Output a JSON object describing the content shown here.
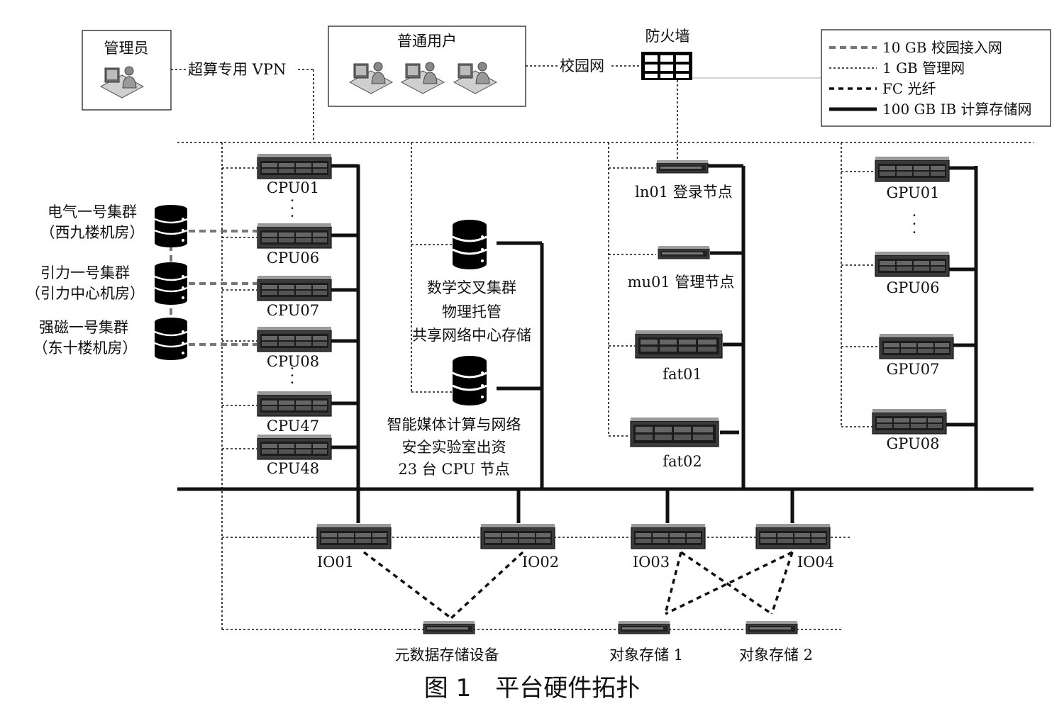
{
  "people": {
    "admin_label": "管理员",
    "users_label": "普通用户",
    "firewall_label": "防火墙"
  },
  "links": {
    "vpn_label": "超算专用 VPN",
    "campus_label": "校园网"
  },
  "legend": [
    {
      "style": "campus-10gb",
      "label": "10 GB 校园接入网"
    },
    {
      "style": "mgmt-1gb",
      "label": "1 GB 管理网"
    },
    {
      "style": "fc-fiber",
      "label": "FC 光纤"
    },
    {
      "style": "ib-100gb",
      "label": "100 GB IB 计算存储网"
    }
  ],
  "clusters": [
    {
      "line1": "电气一号集群",
      "line2": "（西九楼机房）"
    },
    {
      "line1": "引力一号集群",
      "line2": "（引力中心机房）"
    },
    {
      "line1": "强磁一号集群",
      "line2": "（东十楼机房）"
    }
  ],
  "cpu_nodes": [
    "CPU01",
    "CPU06",
    "CPU07",
    "CPU08",
    "CPU47",
    "CPU48"
  ],
  "ellipsis": "·",
  "storage": {
    "math_line1": "数学交叉集群",
    "math_line2": "物理托管",
    "math_line3": "共享网络中心存储",
    "media_line1": "智能媒体计算与网络",
    "media_line2": "安全实验室出资",
    "media_line3": "23 台 CPU 节点"
  },
  "mgmt_nodes": {
    "login": "ln01 登录节点",
    "manage": "mu01 管理节点",
    "fat01": "fat01",
    "fat02": "fat02"
  },
  "gpu_nodes": [
    "GPU01",
    "GPU06",
    "GPU07",
    "GPU08"
  ],
  "io_nodes": [
    "IO01",
    "IO02",
    "IO03",
    "IO04"
  ],
  "storage_devices": {
    "metadata": "元数据存储设备",
    "object1": "对象存储 1",
    "object2": "对象存储 2"
  },
  "caption": "图 1　平台硬件拓扑"
}
